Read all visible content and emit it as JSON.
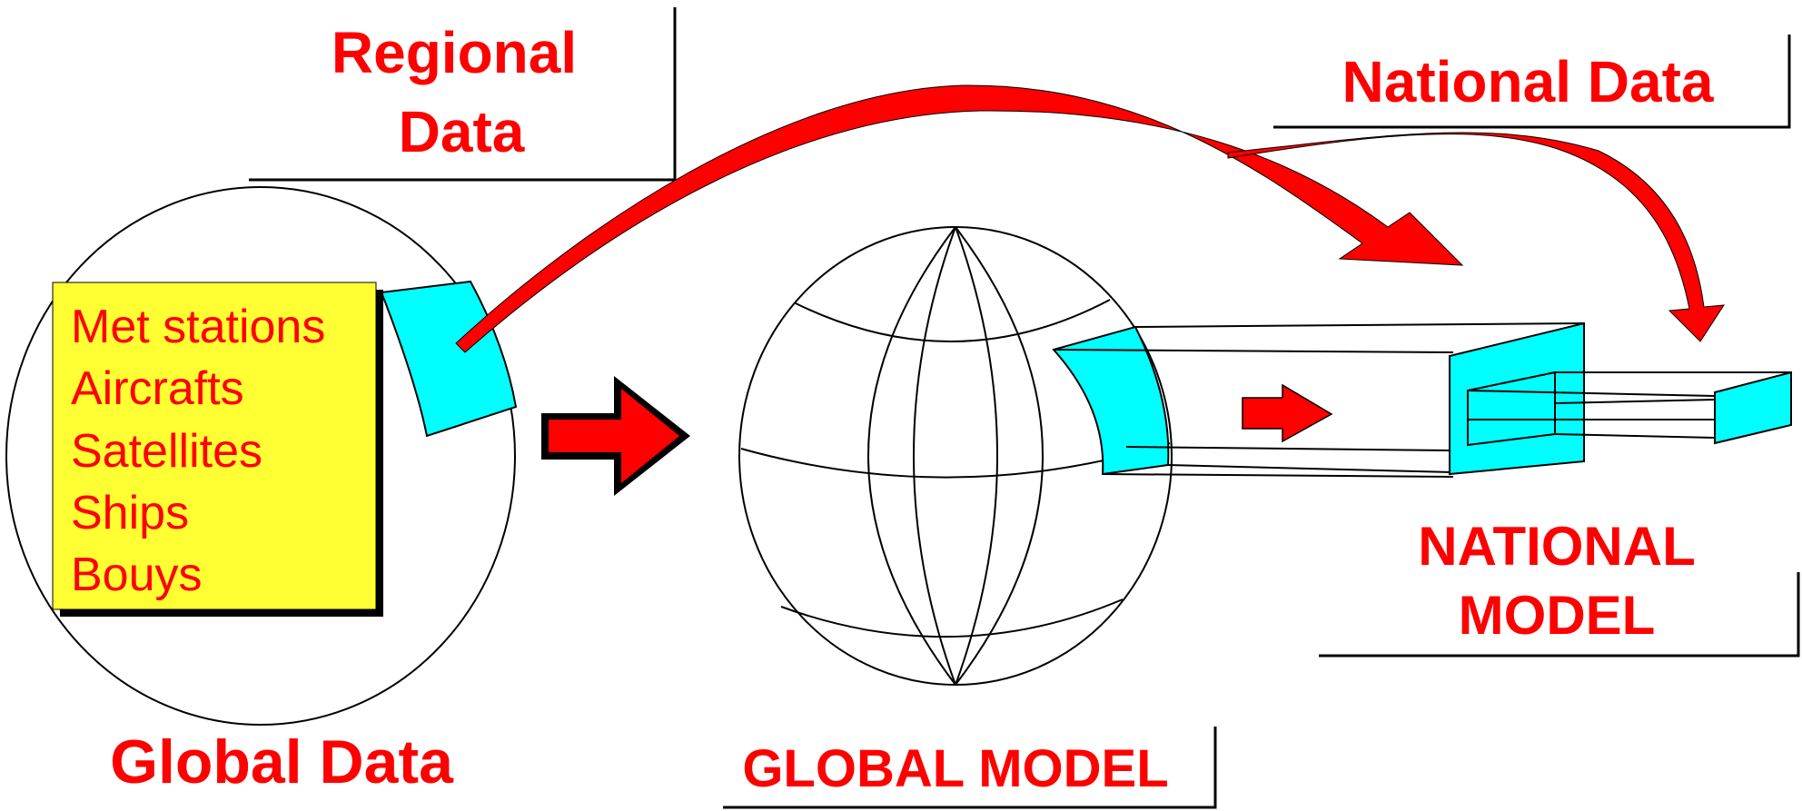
{
  "labels": {
    "regional_line1": "Regional",
    "regional_line2": "Data",
    "national_data": "National Data",
    "global_data": "Global Data",
    "global_model": "GLOBAL MODEL",
    "national_model_line1": "NATIONAL",
    "national_model_line2": "MODEL"
  },
  "observations": [
    "Met stations",
    "Aircrafts",
    "Satellites",
    "Ships",
    "Bouys"
  ],
  "colors": {
    "text": "#ff0000",
    "arrow": "#ff0000",
    "region": "#00ffff",
    "box": "#ffff33",
    "line": "#000000"
  },
  "icons": [
    "globe-icon",
    "arrow-right-icon",
    "curved-arrow-icon"
  ]
}
